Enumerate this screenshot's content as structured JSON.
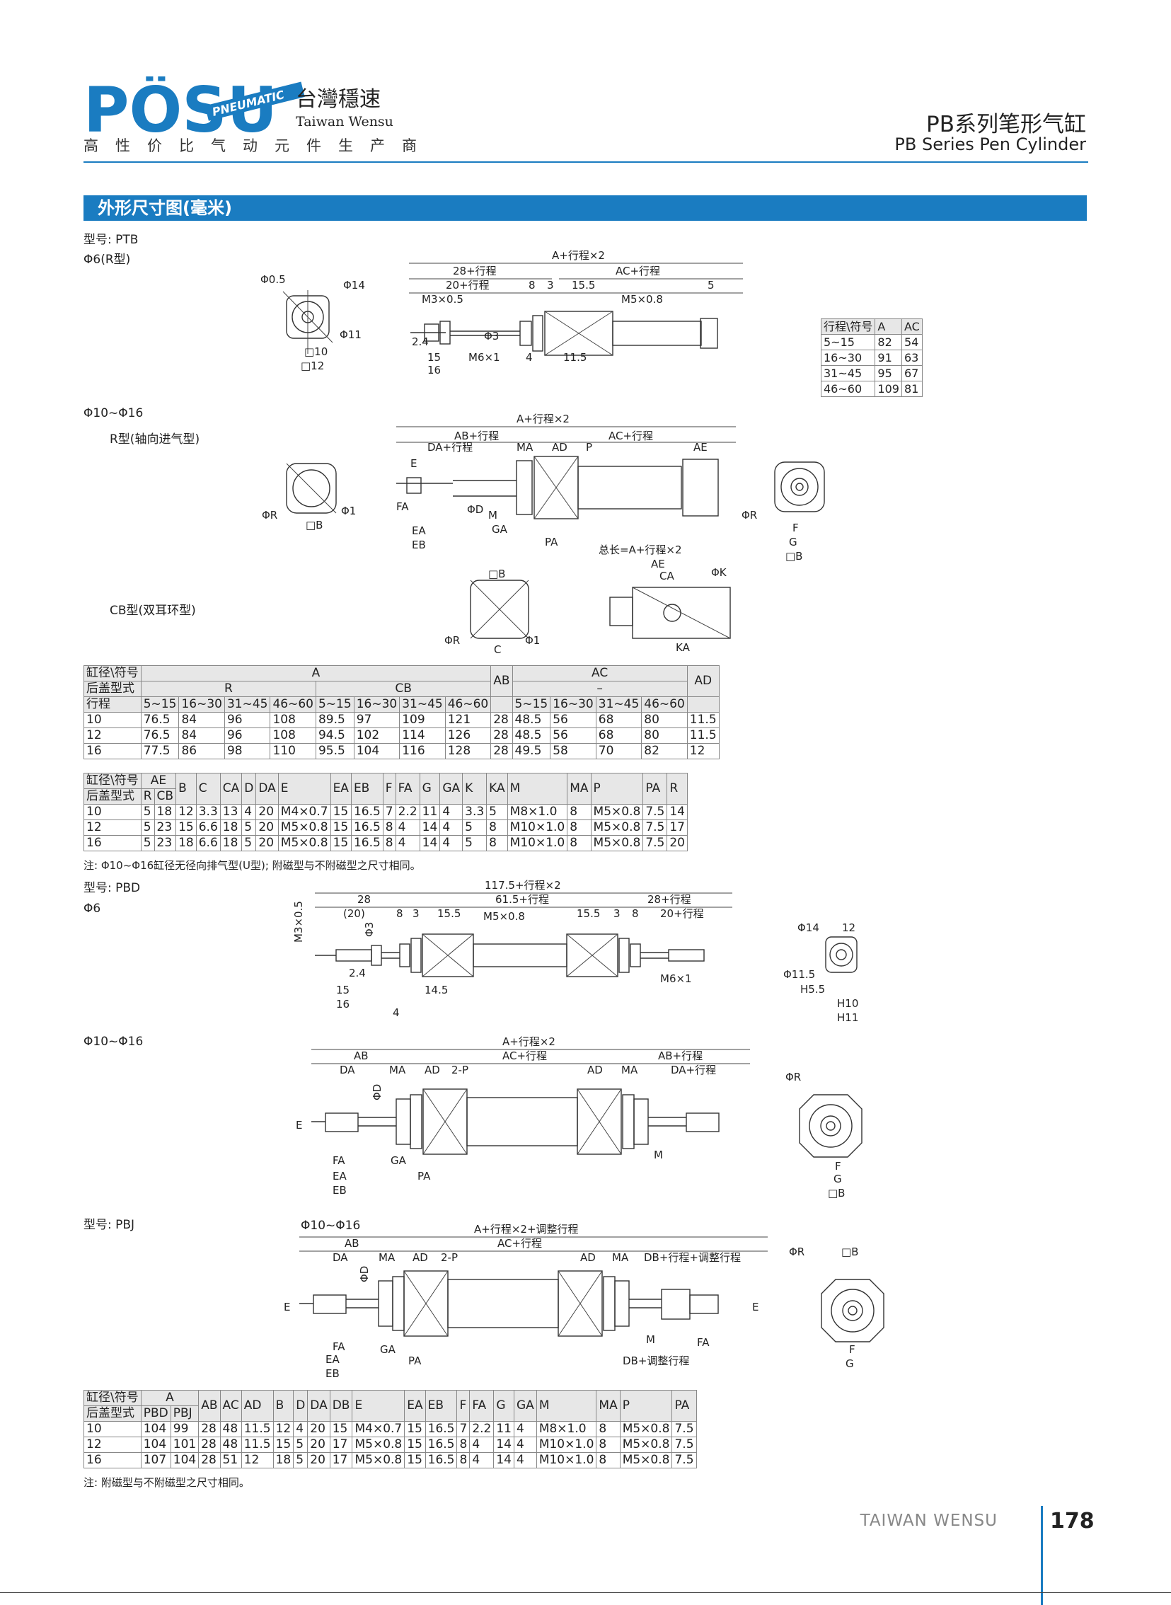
{
  "header": {
    "logo_text": "PÖSU",
    "logo_ribbon": "PNEUMATIC",
    "brand_cn": "台灣穩速",
    "brand_en": "Taiwan Wensu",
    "tagline": "高性价比气动元件生产商",
    "series_cn": "PB系列笔形气缸",
    "series_en": "PB Series Pen Cylinder"
  },
  "section_title": "外形尺寸图(毫米)",
  "ptb": {
    "model": "型号: PTB",
    "phi6": "Φ6(R型)",
    "phi10_16": "Φ10~Φ16",
    "r_type": "R型(轴向进气型)",
    "cb_type": "CB型(双耳环型)",
    "stroke_table": {
      "header": [
        "行程\\符号",
        "A",
        "AC"
      ],
      "rows": [
        [
          "5~15",
          "82",
          "54"
        ],
        [
          "16~30",
          "91",
          "63"
        ],
        [
          "31~45",
          "95",
          "67"
        ],
        [
          "46~60",
          "109",
          "81"
        ]
      ]
    },
    "dims_phi6": [
      "A+行程×2",
      "28+行程",
      "AC+行程",
      "20+行程",
      "8",
      "3",
      "15.5",
      "5",
      "M3×0.5",
      "M5×0.8",
      "2.4",
      "Φ3",
      "15",
      "M6×1",
      "4",
      "11.5",
      "16",
      "Φ0.5",
      "Φ14",
      "Φ11",
      "□10",
      "□12"
    ],
    "dims_r": [
      "A+行程×2",
      "AB+行程",
      "AC+行程",
      "DA+行程",
      "MA",
      "AD",
      "P",
      "AE",
      "E",
      "ΦD",
      "FA",
      "M",
      "GA",
      "EA",
      "EB",
      "PA",
      "ΦR",
      "Φ1",
      "□B",
      "F",
      "G"
    ],
    "dims_cb": [
      "□B",
      "总长=A+行程×2",
      "AE",
      "CA",
      "ΦK",
      "ΦR",
      "Φ1",
      "C",
      "KA"
    ]
  },
  "table1": {
    "rows": [
      [
        "缸径\\符号",
        "A",
        "",
        "",
        "",
        "",
        "",
        "",
        "",
        "AB",
        "AC",
        "",
        "",
        "",
        "AD"
      ],
      [
        "后盖型式",
        "R",
        "",
        "",
        "",
        "CB",
        "",
        "",
        "",
        "",
        "–",
        "",
        "",
        "",
        ""
      ],
      [
        "行程",
        "5~15",
        "16~30",
        "31~45",
        "46~60",
        "5~15",
        "16~30",
        "31~45",
        "46~60",
        "",
        "5~15",
        "16~30",
        "31~45",
        "46~60",
        ""
      ],
      [
        "10",
        "76.5",
        "84",
        "96",
        "108",
        "89.5",
        "97",
        "109",
        "121",
        "28",
        "48.5",
        "56",
        "68",
        "80",
        "11.5"
      ],
      [
        "12",
        "76.5",
        "84",
        "96",
        "108",
        "94.5",
        "102",
        "114",
        "126",
        "28",
        "48.5",
        "56",
        "68",
        "80",
        "11.5"
      ],
      [
        "16",
        "77.5",
        "86",
        "98",
        "110",
        "95.5",
        "104",
        "116",
        "128",
        "28",
        "49.5",
        "58",
        "70",
        "82",
        "12"
      ]
    ]
  },
  "table2": {
    "head1": [
      "缸径\\符号",
      "AE",
      "B",
      "C",
      "CA",
      "D",
      "DA",
      "E",
      "EA",
      "EB",
      "F",
      "FA",
      "G",
      "GA",
      "K",
      "KA",
      "M",
      "MA",
      "P",
      "PA",
      "R"
    ],
    "head2": [
      "后盖型式",
      "R",
      "CB"
    ],
    "rows": [
      [
        "10",
        "5",
        "18",
        "12",
        "3.3",
        "13",
        "4",
        "20",
        "M4×0.7",
        "15",
        "16.5",
        "7",
        "2.2",
        "11",
        "4",
        "3.3",
        "5",
        "M8×1.0",
        "8",
        "M5×0.8",
        "7.5",
        "14"
      ],
      [
        "12",
        "5",
        "23",
        "15",
        "6.6",
        "18",
        "5",
        "20",
        "M5×0.8",
        "15",
        "16.5",
        "8",
        "4",
        "14",
        "4",
        "5",
        "8",
        "M10×1.0",
        "8",
        "M5×0.8",
        "7.5",
        "17"
      ],
      [
        "16",
        "5",
        "23",
        "18",
        "6.6",
        "18",
        "5",
        "20",
        "M5×0.8",
        "15",
        "16.5",
        "8",
        "4",
        "14",
        "4",
        "5",
        "8",
        "M10×1.0",
        "8",
        "M5×0.8",
        "7.5",
        "20"
      ]
    ],
    "note": "注: Φ10~Φ16缸径无径向排气型(U型); 附磁型与不附磁型之尺寸相同。"
  },
  "pbd": {
    "model": "型号: PBD",
    "phi6": "Φ6",
    "phi10_16": "Φ10~Φ16",
    "dims_phi6": [
      "117.5+行程×2",
      "28",
      "61.5+行程",
      "28+行程",
      "(20)",
      "8",
      "3",
      "15.5",
      "M5×0.8",
      "15.5",
      "3",
      "8",
      "20+行程",
      "M3×0.5",
      "Φ3",
      "2.4",
      "15",
      "16",
      "4",
      "14.5",
      "M6×1",
      "Φ14",
      "12",
      "Φ11.5",
      "H5.5",
      "H10",
      "H11"
    ],
    "dims_big": [
      "A+行程×2",
      "AB",
      "AC+行程",
      "AB+行程",
      "DA",
      "MA",
      "AD",
      "2-P",
      "AD",
      "MA",
      "DA+行程",
      "ΦD",
      "E",
      "FA",
      "GA",
      "EA",
      "EB",
      "PA",
      "M",
      "ΦR",
      "F",
      "G",
      "□B"
    ]
  },
  "pbj": {
    "model": "型号: PBJ",
    "phi10_16": "Φ10~Φ16",
    "dims": [
      "A+行程×2+调整行程",
      "AB",
      "AC+行程",
      "DA",
      "MA",
      "AD",
      "2-P",
      "AD",
      "MA",
      "DB+行程+调整行程",
      "ΦD",
      "E",
      "E",
      "FA",
      "EA",
      "EB",
      "GA",
      "PA",
      "M",
      "FA",
      "DB+调整行程",
      "ΦR",
      "□B",
      "F",
      "G"
    ]
  },
  "table3": {
    "head1": [
      "缸径\\符号",
      "A",
      "AB",
      "AC",
      "AD",
      "B",
      "D",
      "DA",
      "DB",
      "E",
      "EA",
      "EB",
      "F",
      "FA",
      "G",
      "GA",
      "M",
      "MA",
      "P",
      "PA"
    ],
    "head2": [
      "后盖型式",
      "PBD",
      "PBJ"
    ],
    "rows": [
      [
        "10",
        "104",
        "99",
        "28",
        "48",
        "11.5",
        "12",
        "4",
        "20",
        "15",
        "M4×0.7",
        "15",
        "16.5",
        "7",
        "2.2",
        "11",
        "4",
        "M8×1.0",
        "8",
        "M5×0.8",
        "7.5"
      ],
      [
        "12",
        "104",
        "101",
        "28",
        "48",
        "11.5",
        "15",
        "5",
        "20",
        "17",
        "M5×0.8",
        "15",
        "16.5",
        "8",
        "4",
        "14",
        "4",
        "M10×1.0",
        "8",
        "M5×0.8",
        "7.5"
      ],
      [
        "16",
        "107",
        "104",
        "28",
        "51",
        "12",
        "18",
        "5",
        "20",
        "17",
        "M5×0.8",
        "15",
        "16.5",
        "8",
        "4",
        "14",
        "4",
        "M10×1.0",
        "8",
        "M5×0.8",
        "7.5"
      ]
    ],
    "note": "注: 附磁型与不附磁型之尺寸相同。"
  },
  "footer": {
    "brand": "TAIWAN WENSU",
    "page": "178"
  },
  "colors": {
    "accent": "#1a7cc1"
  }
}
